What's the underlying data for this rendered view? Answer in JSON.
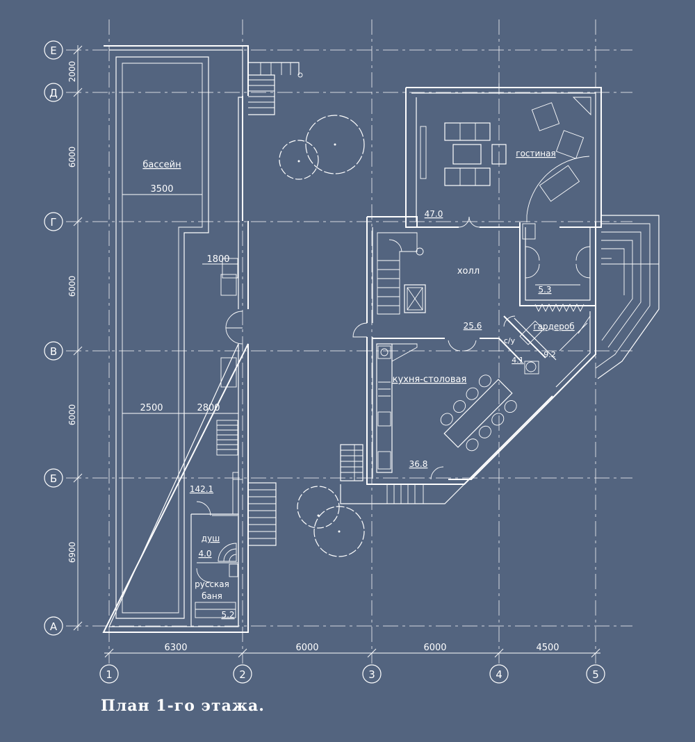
{
  "caption": "План 1-го этажа.",
  "axes": {
    "rows": [
      "Е",
      "Д",
      "Г",
      "В",
      "Б",
      "А"
    ],
    "cols": [
      "1",
      "2",
      "3",
      "4",
      "5"
    ]
  },
  "dims": {
    "rows": [
      "2000",
      "6000",
      "6000",
      "6000",
      "6900"
    ],
    "cols": [
      "6300",
      "6000",
      "6000",
      "4500"
    ]
  },
  "rooms": {
    "pool": "бассейн",
    "pool_width": "3500",
    "pool_dim_1800": "1800",
    "pool_dim_2500": "2500",
    "pool_dim_2800": "2800",
    "pool_area": "142.1",
    "shower": "душ",
    "shower_area": "4.0",
    "sauna_1": "русская",
    "sauna_2": "баня",
    "sauna_area": "5.2",
    "living": "гостиная",
    "living_area": "47.0",
    "hall": "холл",
    "hall_area": "25.6",
    "closet_area": "5.3",
    "wardrobe": "гардероб",
    "wardrobe_area": "9.2",
    "wc": "с/у",
    "wc_area": "4.1",
    "kitchen": "кухня-столовая",
    "kitchen_area": "36.8"
  }
}
